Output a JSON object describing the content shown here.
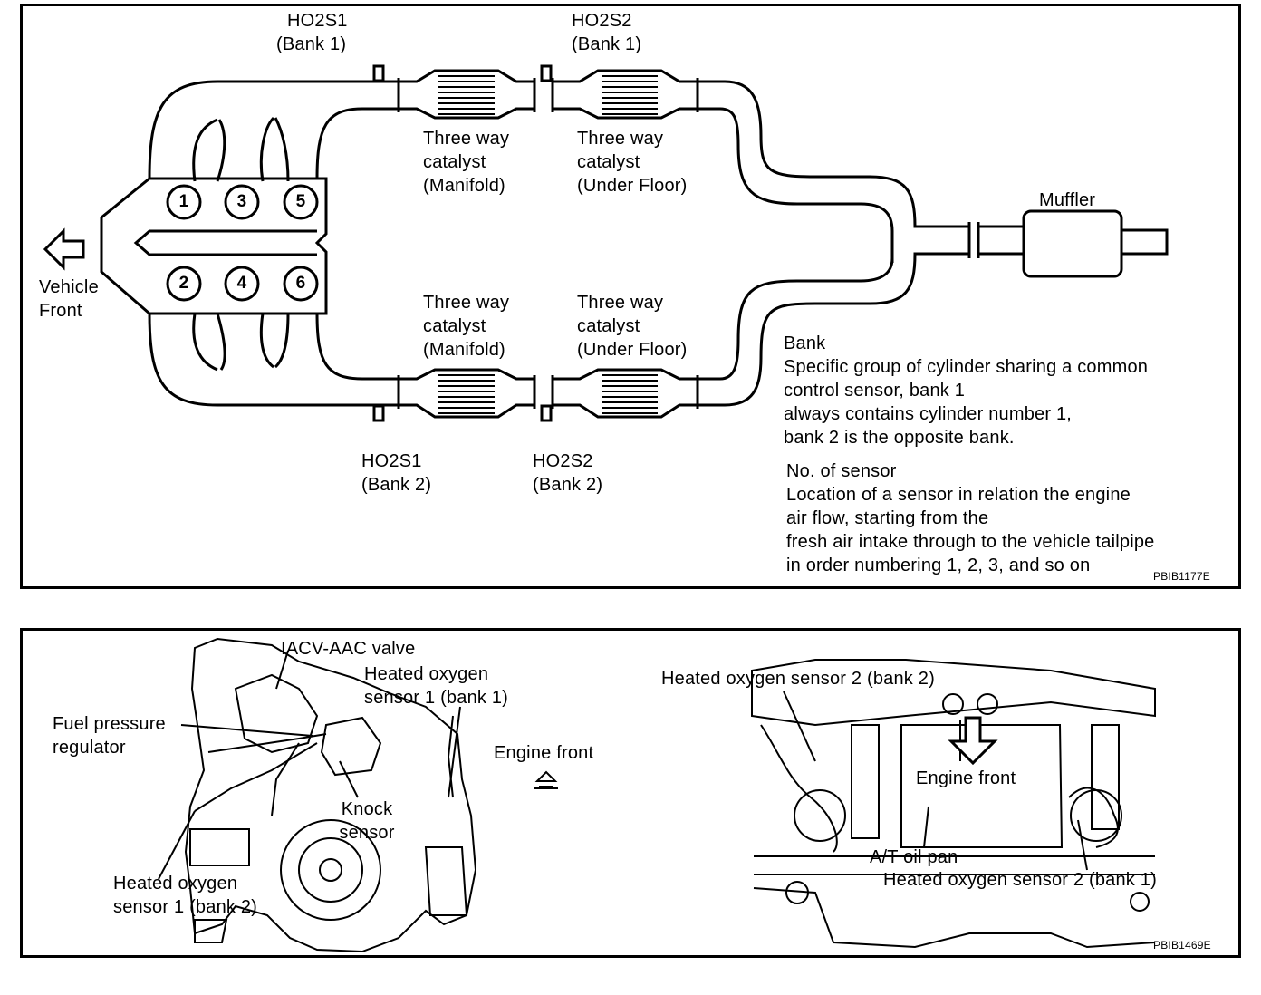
{
  "top": {
    "sensor_labels": {
      "ho2s1_bank1": [
        "HO2S1",
        "(Bank 1)"
      ],
      "ho2s2_bank1": [
        "HO2S2",
        "(Bank 1)"
      ],
      "ho2s1_bank2": [
        "HO2S1",
        "(Bank 2)"
      ],
      "ho2s2_bank2": [
        "HO2S2",
        "(Bank 2)"
      ]
    },
    "catalysts": {
      "manifold_top": [
        "Three way",
        "catalyst",
        "(Manifold)"
      ],
      "underfloor_top": [
        "Three way",
        "catalyst",
        "(Under Floor)"
      ],
      "manifold_bottom": [
        "Three way",
        "catalyst",
        "(Manifold)"
      ],
      "underfloor_bottom": [
        "Three way",
        "catalyst",
        "(Under Floor)"
      ]
    },
    "cylinders_top": [
      "1",
      "3",
      "5"
    ],
    "cylinders_bottom": [
      "2",
      "4",
      "6"
    ],
    "vehicle_front": [
      "Vehicle",
      "Front"
    ],
    "muffler": "Muffler",
    "bank_note": [
      "Bank",
      "Specific group of cylinder sharing a common",
      "control sensor, bank 1",
      "always contains cylinder number 1,",
      "bank 2 is the opposite bank."
    ],
    "sensor_note": [
      "No. of sensor",
      "Location of a sensor in relation the engine",
      "air flow, starting from the",
      "fresh air intake through to the vehicle tailpipe",
      "in order numbering 1, 2, 3, and so on"
    ],
    "code": "PBIB1177E"
  },
  "bottom": {
    "iacv": "IACV-AAC valve",
    "hos1_bank1": [
      "Heated oxygen",
      "sensor 1 (bank 1)"
    ],
    "fuel_reg": [
      "Fuel pressure",
      "regulator"
    ],
    "engine_front_left": "Engine front",
    "knock": [
      "Knock",
      "sensor"
    ],
    "hos1_bank2": [
      "Heated oxygen",
      "sensor 1 (bank 2)"
    ],
    "hos2_bank2": "Heated oxygen sensor 2 (bank 2)",
    "engine_front_right": "Engine front",
    "at_oil_pan": "A/T oil pan",
    "hos2_bank1": "Heated oxygen sensor 2 (bank 1)",
    "code": "PBIB1469E"
  }
}
